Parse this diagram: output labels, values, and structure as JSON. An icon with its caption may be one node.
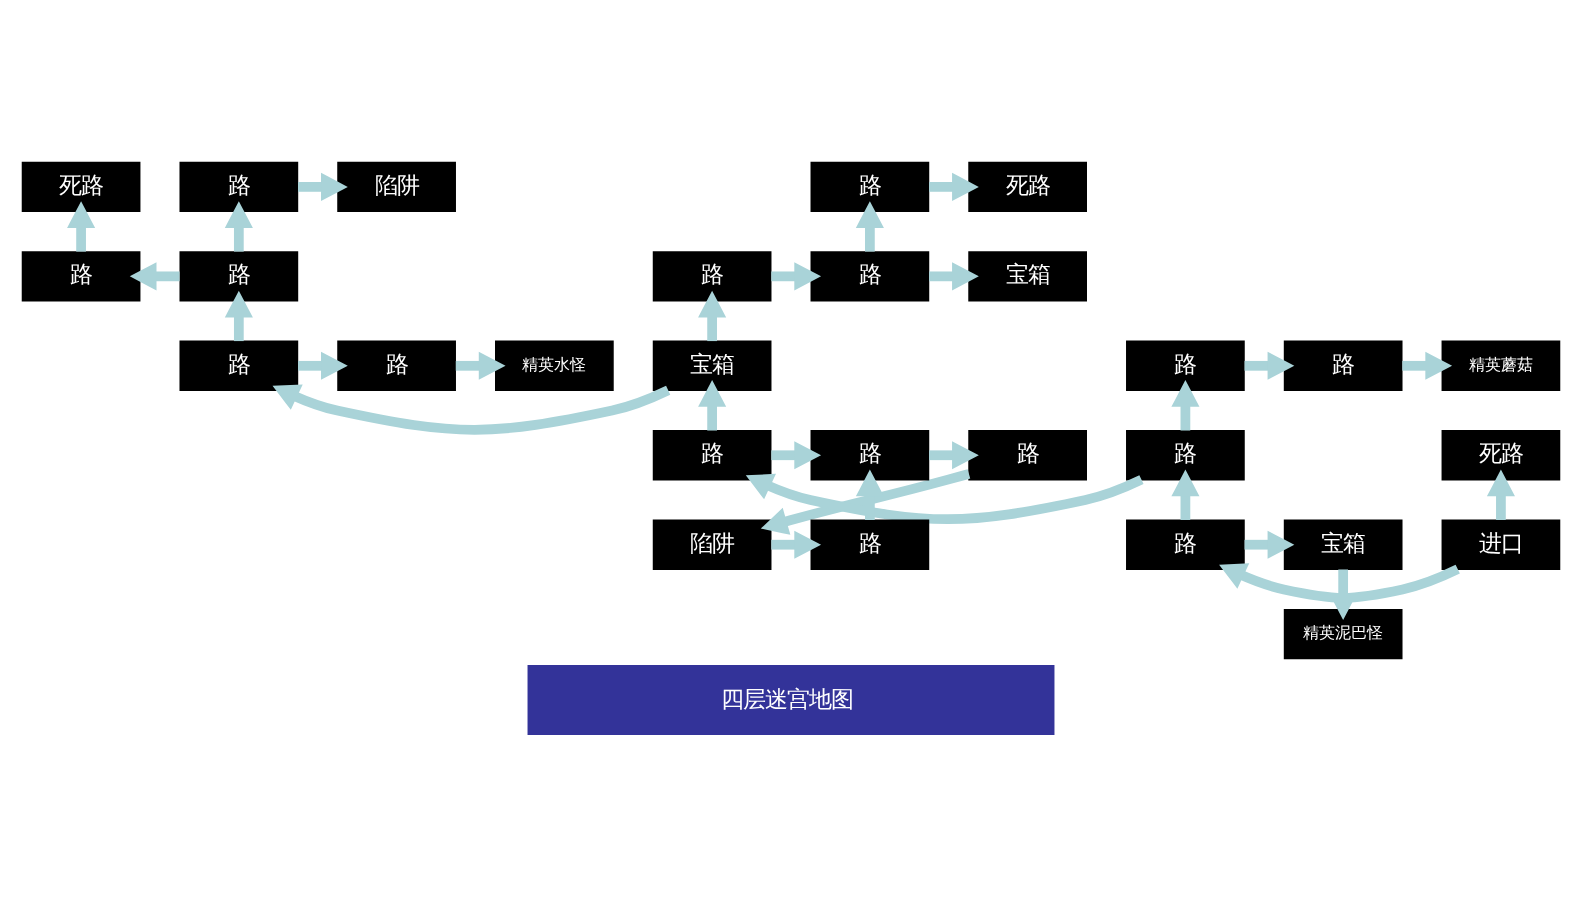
{
  "diagram": {
    "title": "四层迷宫地图",
    "nodes": [
      {
        "text": [
          "死路"
        ]
      },
      {
        "text": [
          "路"
        ]
      },
      {
        "text": [
          "陷阱"
        ]
      },
      {
        "text": [
          "路"
        ]
      },
      {
        "text": [
          "死路"
        ]
      },
      {
        "text": [
          "路"
        ]
      },
      {
        "text": [
          "路"
        ]
      },
      {
        "text": [
          "路"
        ]
      },
      {
        "text": [
          "路"
        ]
      },
      {
        "text": [
          "宝箱"
        ]
      },
      {
        "text": [
          "精英水怪"
        ]
      },
      {
        "text": [
          "路"
        ]
      },
      {
        "text": [
          "路"
        ]
      },
      {
        "text": [
          "宝箱"
        ]
      },
      {
        "text": [
          "路"
        ]
      },
      {
        "text": [
          "路"
        ]
      },
      {
        "text": [
          "精英蘑菇"
        ]
      },
      {
        "text": [
          "路"
        ]
      },
      {
        "text": [
          "路"
        ]
      },
      {
        "text": [
          "路"
        ]
      },
      {
        "text": [
          "路"
        ]
      },
      {
        "text": [
          "死路"
        ]
      },
      {
        "text": [
          "陷阱"
        ]
      },
      {
        "text": [
          "路"
        ]
      },
      {
        "text": [
          "宝箱"
        ]
      },
      {
        "text": [
          "路"
        ]
      },
      {
        "text": [
          "进口"
        ]
      },
      {
        "text": [
          "精英泥巴怪"
        ]
      }
    ],
    "edges": [
      {
        "from": 26,
        "to": 21,
        "arrow": "to"
      },
      {
        "from": 26,
        "to": 25,
        "arrow": "to"
      },
      {
        "from": 25,
        "to": 24,
        "arrow": "to"
      },
      {
        "from": 24,
        "to": 27,
        "arrow": "to"
      },
      {
        "from": 25,
        "to": 20,
        "arrow": "to"
      },
      {
        "from": 20,
        "to": 19,
        "arrow": "to"
      },
      {
        "from": 20,
        "to": 14,
        "arrow": "to"
      },
      {
        "from": 14,
        "to": 15,
        "arrow": "to"
      },
      {
        "from": 15,
        "to": 16,
        "arrow": "to"
      },
      {
        "from": 19,
        "to": 18,
        "arrow": "to"
      },
      {
        "from": 19,
        "to": 13,
        "arrow": "to"
      },
      {
        "from": 13,
        "to": 12,
        "arrow": "to"
      },
      {
        "from": 13,
        "to": 7,
        "arrow": "to"
      },
      {
        "from": 7,
        "to": 8,
        "arrow": "to"
      },
      {
        "from": 8,
        "to": 3,
        "arrow": "to"
      },
      {
        "from": 8,
        "to": 9,
        "arrow": "to"
      },
      {
        "from": 3,
        "to": 4,
        "arrow": "to"
      },
      {
        "from": 18,
        "to": 17,
        "arrow": "to"
      },
      {
        "from": 17,
        "to": 22,
        "arrow": "to"
      },
      {
        "from": 22,
        "to": 23,
        "arrow": "to"
      },
      {
        "from": 23,
        "to": 18,
        "arrow": "to"
      },
      {
        "from": 12,
        "to": 11,
        "arrow": "to"
      },
      {
        "from": 11,
        "to": 10,
        "arrow": "to"
      },
      {
        "from": 12,
        "to": 6,
        "arrow": "to"
      },
      {
        "from": 6,
        "to": 5,
        "arrow": "to"
      },
      {
        "from": 5,
        "to": 0,
        "arrow": "to"
      },
      {
        "from": 6,
        "to": 1,
        "arrow": "to"
      },
      {
        "from": 1,
        "to": 2,
        "arrow": "to"
      }
    ]
  }
}
